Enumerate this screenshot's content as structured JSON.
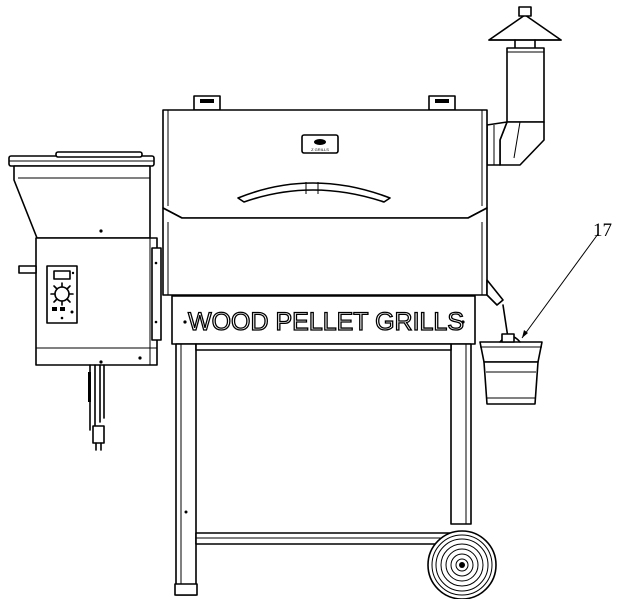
{
  "diagram": {
    "banner_text": "WOOD PELLET GRILLS",
    "logo_text": "Z GRILLS",
    "callout": {
      "number": "17"
    }
  }
}
